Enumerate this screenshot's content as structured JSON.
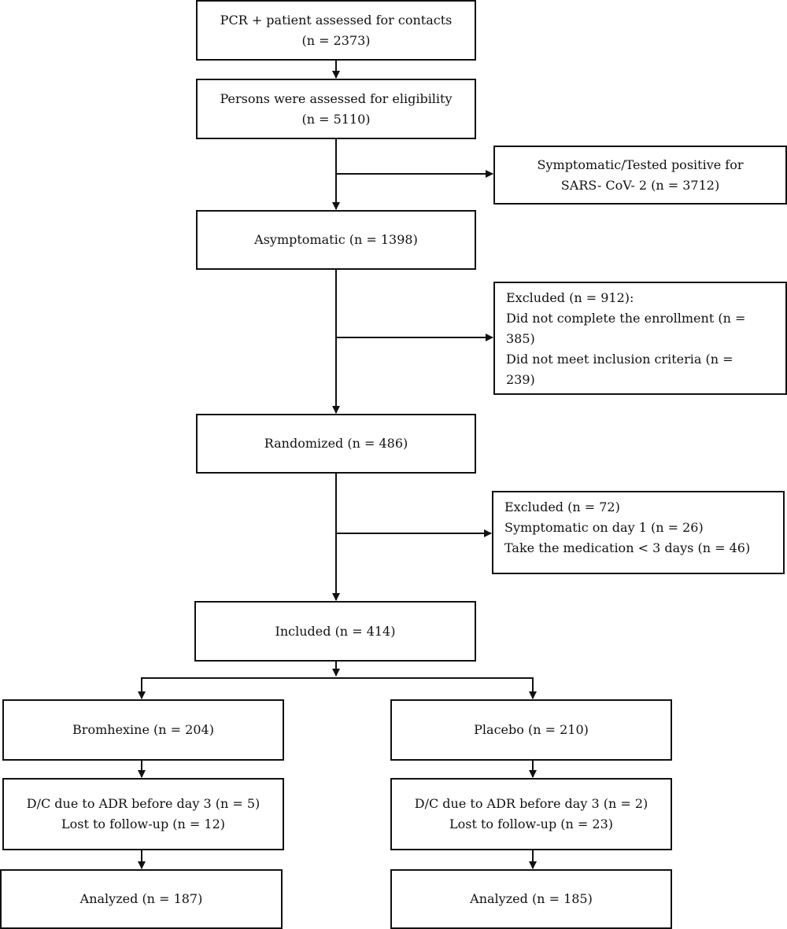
{
  "flowchart": {
    "contacts": {
      "line1": "PCR + patient assessed for contacts",
      "line2": "(n = 2373)"
    },
    "eligibility": {
      "line1": "Persons were assessed for eligibility",
      "line2": "(n = 5110)"
    },
    "symptomatic": {
      "line1": "Symptomatic/Tested positive for",
      "line2": "SARS- CoV- 2 (n = 3712)"
    },
    "asymptomatic": {
      "line1": "Asymptomatic (n = 1398)"
    },
    "excluded1": {
      "line1": "Excluded (n = 912):",
      "line2": "Did not complete the enrollment (n =",
      "line3": "385)",
      "line4": "Did not meet inclusion criteria (n =",
      "line5": "239)"
    },
    "randomized": {
      "line1": "Randomized (n = 486)"
    },
    "excluded2": {
      "line1": "Excluded (n = 72)",
      "line2": "Symptomatic on day 1 (n = 26)",
      "line3": "Take the medication < 3 days (n = 46)"
    },
    "included": {
      "line1": "Included (n = 414)"
    },
    "bromhexine": {
      "line1": "Bromhexine (n = 204)"
    },
    "placebo": {
      "line1": "Placebo (n = 210)"
    },
    "brom_dc": {
      "line1": "D/C due to ADR before day 3 (n = 5)",
      "line2": "Lost to follow-up (n = 12)"
    },
    "plac_dc": {
      "line1": "D/C due to ADR before day 3 (n = 2)",
      "line2": "Lost to follow-up (n = 23)"
    },
    "brom_analyzed": {
      "line1": "Analyzed (n = 187)"
    },
    "plac_analyzed": {
      "line1": "Analyzed (n = 185)"
    }
  }
}
